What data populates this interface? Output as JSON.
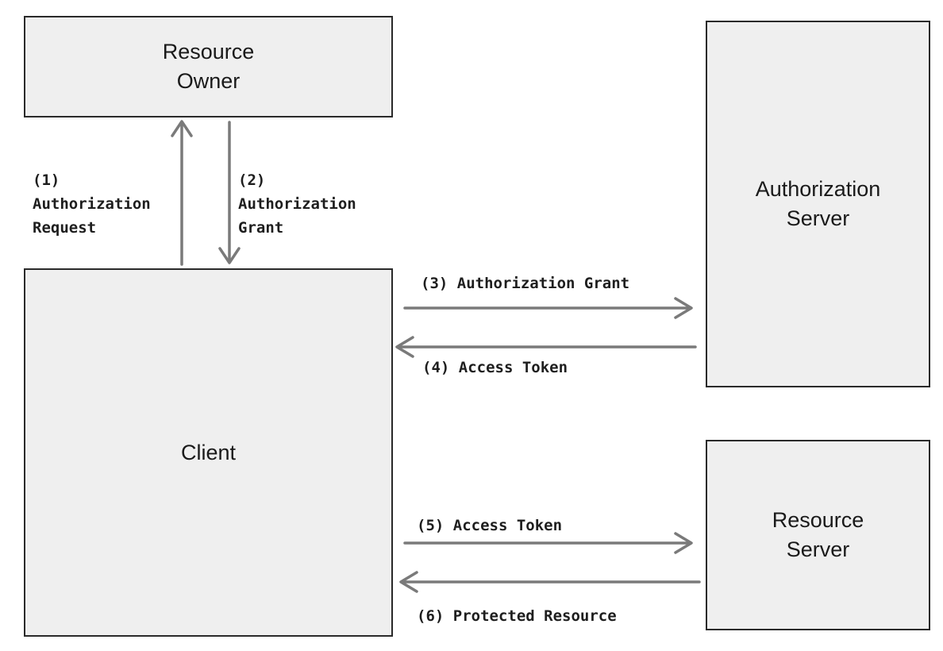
{
  "nodes": {
    "resource_owner": [
      "Resource",
      "Owner"
    ],
    "client": [
      "Client"
    ],
    "authorization_server": [
      "Authorization",
      "Server"
    ],
    "resource_server": [
      "Resource",
      "Server"
    ]
  },
  "flows": {
    "step1": [
      "(1)",
      "Authorization",
      "Request"
    ],
    "step2": [
      "(2)",
      "Authorization",
      "Grant"
    ],
    "step3": "(3) Authorization Grant",
    "step4": "(4) Access Token",
    "step5": "(5) Access Token",
    "step6": "(6) Protected Resource"
  },
  "colors": {
    "box_fill": "#efefef",
    "box_border": "#2a2a2a",
    "arrow": "#7a7a7a",
    "text": "#1e1e1e"
  }
}
